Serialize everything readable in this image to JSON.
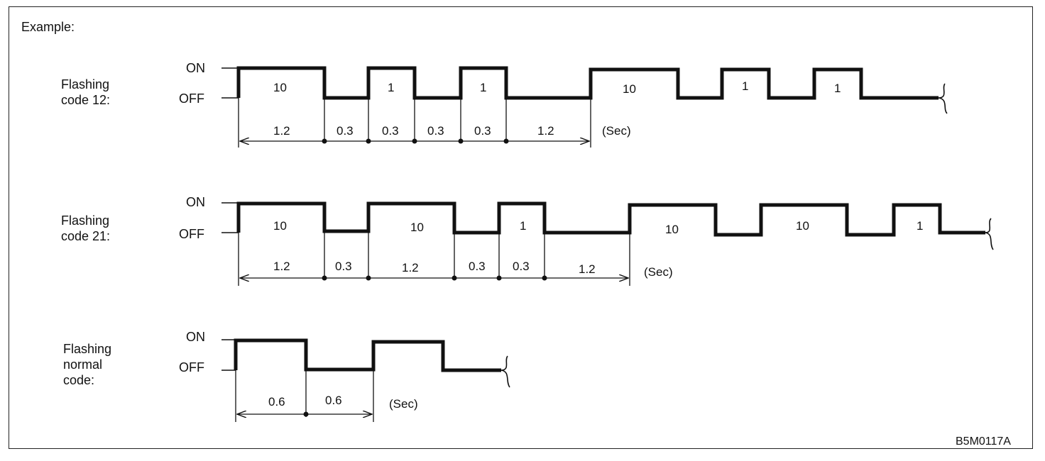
{
  "heading": "Example:",
  "ref_code": "B5M0117A",
  "on_label": "ON",
  "off_label": "OFF",
  "sec_label": "(Sec)",
  "rows": [
    {
      "id": "code-12",
      "name_lines": [
        "Flashing",
        "code 12:"
      ],
      "pulse_labels": [
        "10",
        "1",
        "1",
        "10",
        "1",
        "1"
      ],
      "durations": [
        "1.2",
        "0.3",
        "0.3",
        "0.3",
        "0.3",
        "1.2"
      ]
    },
    {
      "id": "code-21",
      "name_lines": [
        "Flashing",
        "code 21:"
      ],
      "pulse_labels": [
        "10",
        "10",
        "1",
        "10",
        "10",
        "1"
      ],
      "durations": [
        "1.2",
        "0.3",
        "1.2",
        "0.3",
        "0.3",
        "1.2"
      ]
    },
    {
      "id": "normal-code",
      "name_lines": [
        "Flashing",
        "normal",
        "code:"
      ],
      "pulse_labels": [],
      "durations": [
        "0.6",
        "0.6"
      ]
    }
  ]
}
